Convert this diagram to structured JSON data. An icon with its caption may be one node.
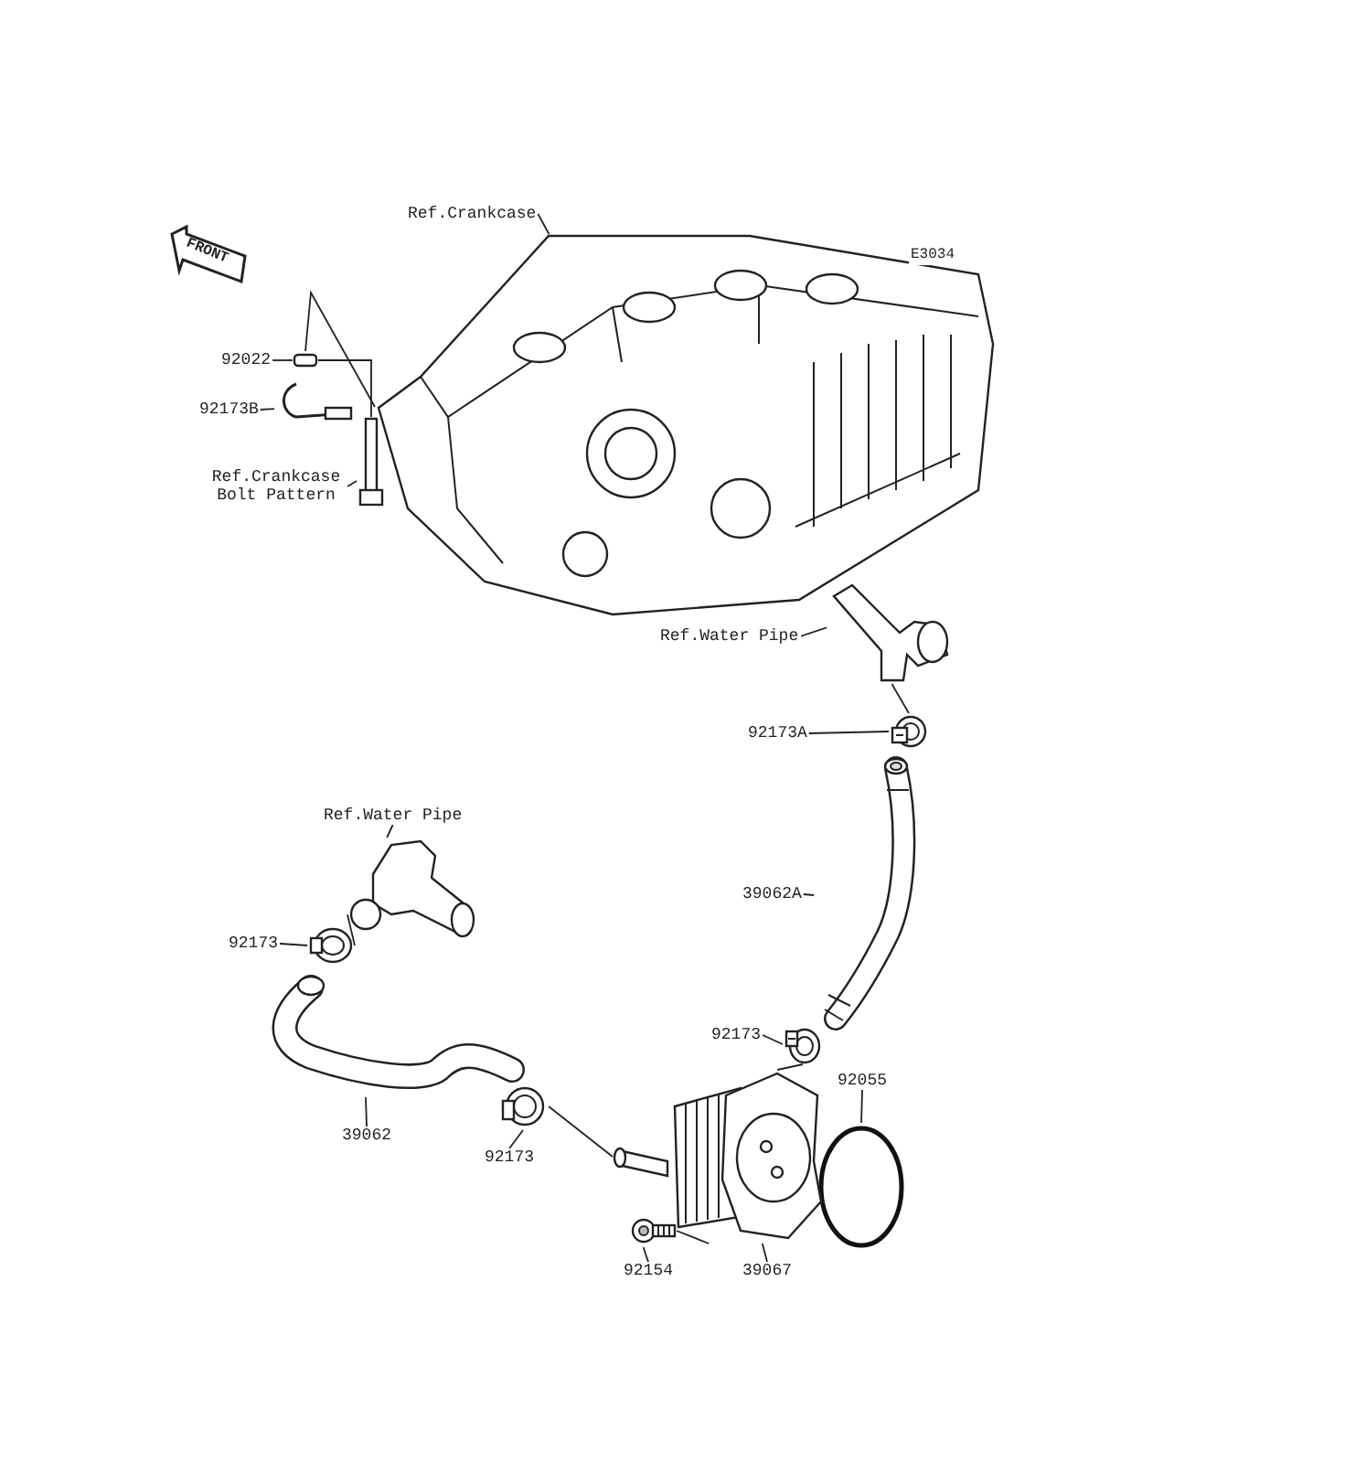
{
  "diagram": {
    "nodes": [
      {
        "text": [
          "Ref.Crankcase"
        ]
      },
      {
        "text": [],
        "shape": "picture"
      },
      {
        "text": [
          "92022"
        ]
      },
      {
        "text": [],
        "shape": "box"
      },
      {
        "text": [
          "92173B"
        ]
      },
      {
        "text": [],
        "shape": "picture"
      },
      {
        "text": [
          "Ref.Crankcase Bolt Pattern"
        ]
      },
      {
        "text": [],
        "shape": "picture"
      },
      {
        "text": [
          "Ref.Water Pipe"
        ]
      },
      {
        "text": [],
        "shape": "picture"
      },
      {
        "text": [
          "92173A"
        ]
      },
      {
        "text": [],
        "shape": "picture"
      },
      {
        "text": [
          "39062A"
        ]
      },
      {
        "text": [],
        "shape": "picture"
      },
      {
        "text": [
          "Ref.Water Pipe"
        ]
      },
      {
        "text": [],
        "shape": "picture"
      },
      {
        "text": [
          "92173"
        ]
      },
      {
        "text": [],
        "shape": "picture"
      },
      {
        "text": [
          "39062"
        ]
      },
      {
        "text": [],
        "shape": "picture"
      },
      {
        "text": [
          "92173"
        ]
      },
      {
        "text": [],
        "shape": "picture"
      },
      {
        "text": [
          "92173"
        ]
      },
      {
        "text": [],
        "shape": "picture"
      },
      {
        "text": [
          "92055"
        ]
      },
      {
        "text": [],
        "shape": "circle"
      },
      {
        "text": [
          "39067"
        ]
      },
      {
        "text": [],
        "shape": "picture"
      },
      {
        "text": [
          "92154"
        ]
      },
      {
        "text": [],
        "shape": "picture"
      }
    ],
    "edges": [
      {
        "from": 0,
        "to": 1,
        "arrow": "none"
      },
      {
        "from": 2,
        "to": 3,
        "arrow": "none"
      },
      {
        "from": 4,
        "to": 5,
        "arrow": "none"
      },
      {
        "from": 6,
        "to": 7,
        "arrow": "none"
      },
      {
        "from": 8,
        "to": 9,
        "arrow": "none"
      },
      {
        "from": 10,
        "to": 11,
        "arrow": "none"
      },
      {
        "from": 12,
        "to": 13,
        "arrow": "none"
      },
      {
        "from": 14,
        "to": 15,
        "arrow": "none"
      },
      {
        "from": 16,
        "to": 17,
        "arrow": "none"
      },
      {
        "from": 18,
        "to": 19,
        "arrow": "none"
      },
      {
        "from": 20,
        "to": 21,
        "arrow": "none"
      },
      {
        "from": 22,
        "to": 23,
        "arrow": "none"
      },
      {
        "from": 24,
        "to": 25,
        "arrow": "none"
      },
      {
        "from": 26,
        "to": 27,
        "arrow": "none"
      },
      {
        "from": 28,
        "to": 29,
        "arrow": "none"
      },
      {
        "from": 3,
        "to": 1,
        "arrow": "none"
      },
      {
        "from": 3,
        "to": 7,
        "arrow": "none"
      },
      {
        "from": 9,
        "to": 11,
        "arrow": "none"
      },
      {
        "from": 15,
        "to": 17,
        "arrow": "none"
      },
      {
        "from": 21,
        "to": 27,
        "arrow": "none"
      },
      {
        "from": 23,
        "to": 27,
        "arrow": "none"
      },
      {
        "from": 29,
        "to": 27,
        "arrow": "none"
      }
    ],
    "labels": [
      "E3034",
      "FRONT"
    ]
  }
}
